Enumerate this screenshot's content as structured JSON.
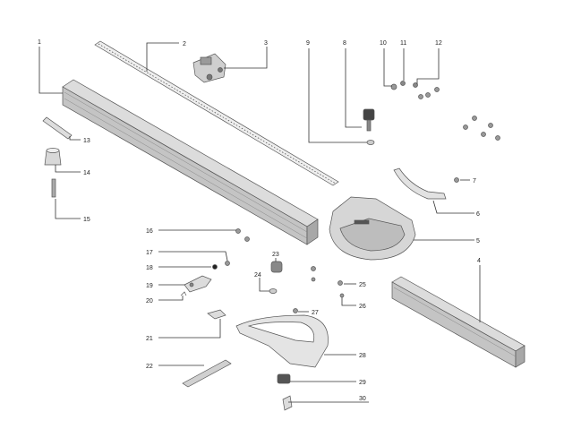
{
  "diagram": {
    "parts": [
      {
        "label": "1"
      },
      {
        "label": "2"
      },
      {
        "label": "3"
      },
      {
        "label": "4"
      },
      {
        "label": "5"
      },
      {
        "label": "6"
      },
      {
        "label": "7"
      },
      {
        "label": "8"
      },
      {
        "label": "9"
      },
      {
        "label": "10"
      },
      {
        "label": "11"
      },
      {
        "label": "12"
      },
      {
        "label": "13"
      },
      {
        "label": "14"
      },
      {
        "label": "15"
      },
      {
        "label": "16"
      },
      {
        "label": "17"
      },
      {
        "label": "18"
      },
      {
        "label": "19"
      },
      {
        "label": "20"
      },
      {
        "label": "21"
      },
      {
        "label": "22"
      },
      {
        "label": "23"
      },
      {
        "label": "24"
      },
      {
        "label": "25"
      },
      {
        "label": "26"
      },
      {
        "label": "27"
      },
      {
        "label": "28"
      },
      {
        "label": "29"
      },
      {
        "label": "30"
      }
    ]
  }
}
